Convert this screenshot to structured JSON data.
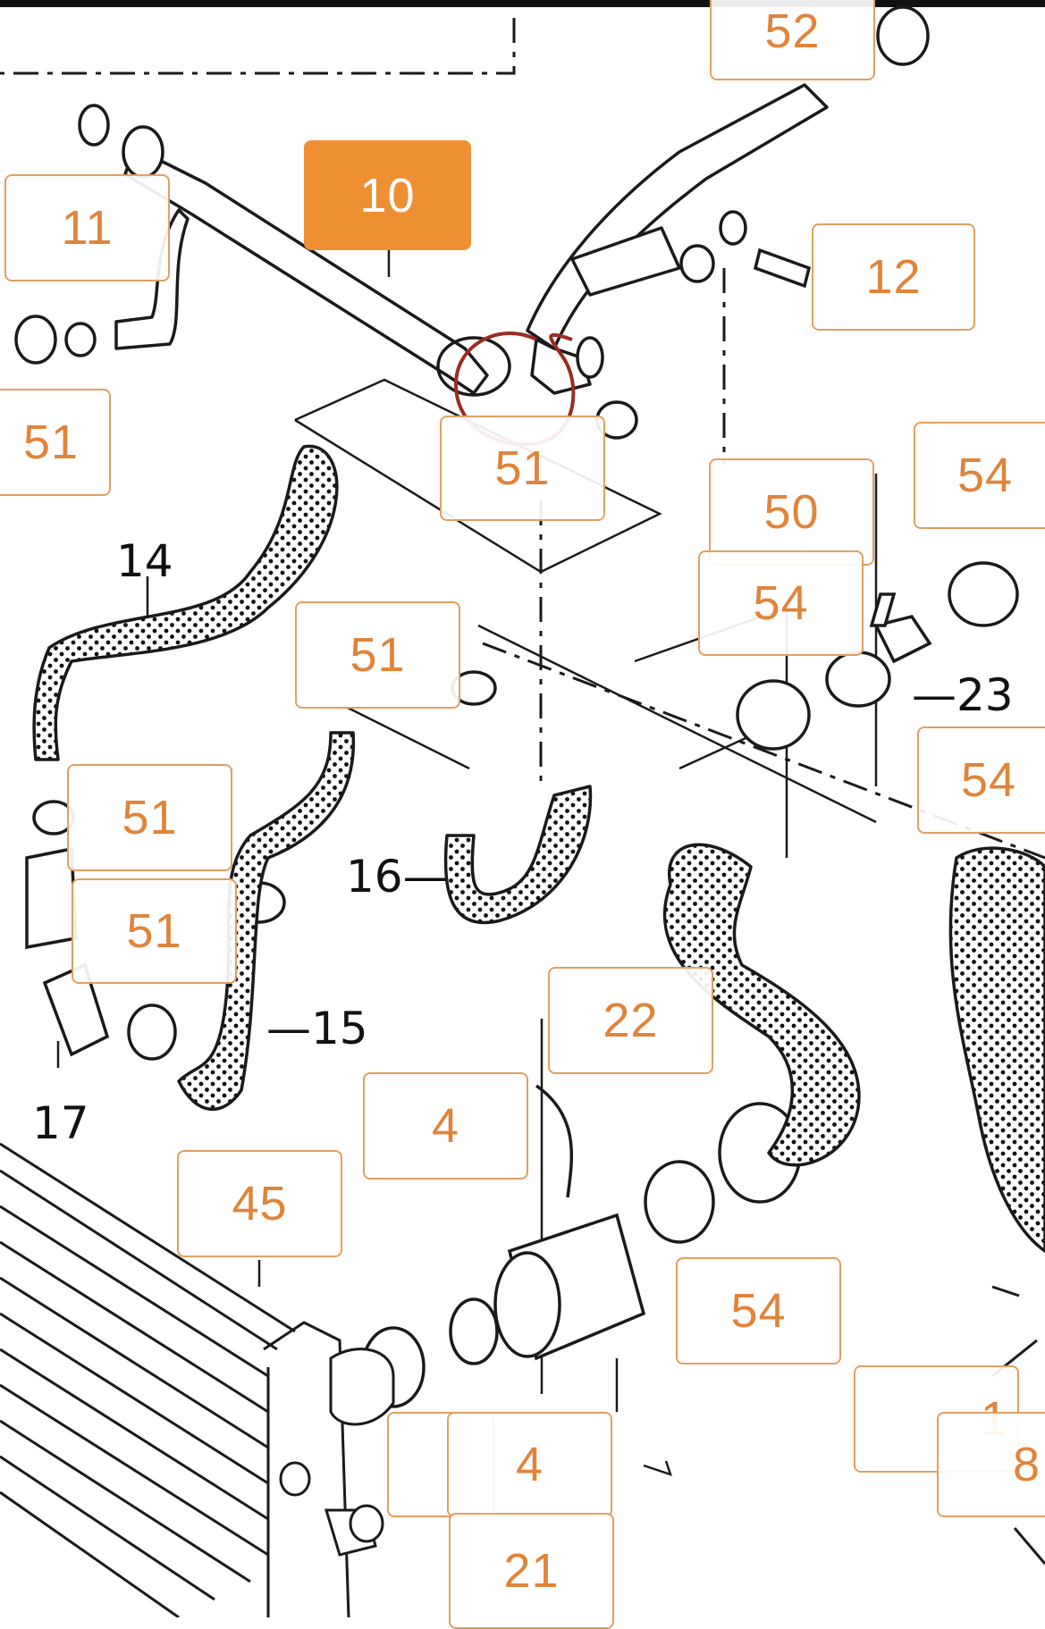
{
  "colors": {
    "callout_border": "#e0a060",
    "callout_text": "#e0843a",
    "active_fill": "#ef8f34",
    "highlight_circle": "#9b2b22",
    "line": "#1a1a1a"
  },
  "callouts": {
    "c52": "52",
    "c10": "10",
    "c11": "11",
    "c12": "12",
    "c51_left": "51",
    "c51_center": "51",
    "c50": "50",
    "c54_upper_right": "54",
    "c54_middle": "54",
    "c51_mid": "51",
    "c54_right": "54",
    "c51_left_upper": "51",
    "c51_left_lower": "51",
    "c22": "22",
    "c4_upper": "4",
    "c45": "45",
    "c54_bottom": "54",
    "c_partial_1": "1",
    "c8": "8",
    "c4_lower": "4",
    "c21": "21"
  },
  "labels": {
    "l14": "14",
    "l16": "16—",
    "l15": "—15",
    "l17": "17",
    "l23": "—23"
  }
}
